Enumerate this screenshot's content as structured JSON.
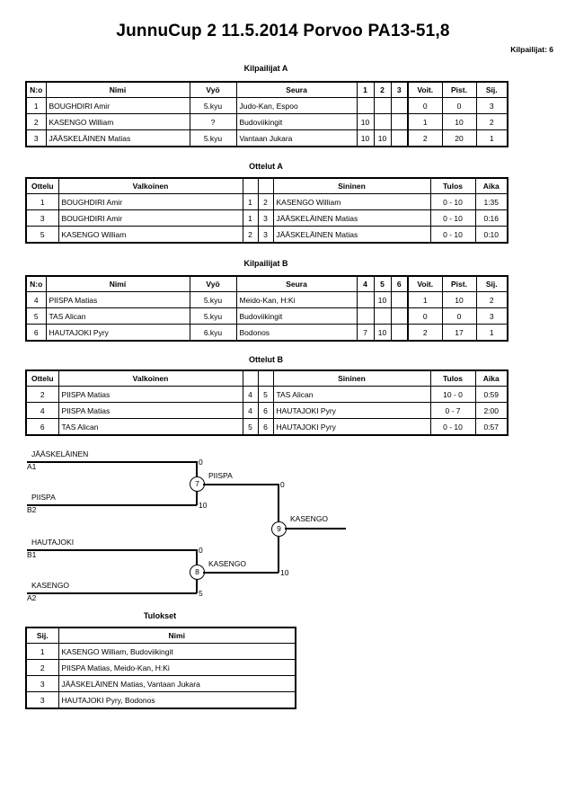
{
  "header": {
    "title": "JunnuCup 2  11.5.2014  Porvoo   PA13-51,8",
    "competitor_count": "Kilpailijat: 6"
  },
  "pool_a": {
    "caption": "Kilpailijat A",
    "columns": [
      "N:o",
      "Nimi",
      "Vyö",
      "Seura",
      "1",
      "2",
      "3",
      "Voit.",
      "Pist.",
      "Sij."
    ],
    "rows": [
      {
        "no": "1",
        "name": "BOUGHDIRI Amir",
        "belt": "5.kyu",
        "club": "Judo-Kan, Espoo",
        "s1": "",
        "s2": "",
        "s3": "",
        "wins": "0",
        "points": "0",
        "rank": "3"
      },
      {
        "no": "2",
        "name": "KASENGO William",
        "belt": "?",
        "club": "Budoviikingit",
        "s1": "10",
        "s2": "",
        "s3": "",
        "wins": "1",
        "points": "10",
        "rank": "2"
      },
      {
        "no": "3",
        "name": "JÄÄSKELÄINEN Matias",
        "belt": "5.kyu",
        "club": "Vantaan Jukara",
        "s1": "10",
        "s2": "10",
        "s3": "",
        "wins": "2",
        "points": "20",
        "rank": "1"
      }
    ]
  },
  "matches_a": {
    "caption": "Ottelut A",
    "columns": [
      "Ottelu",
      "Valkoinen",
      "",
      "",
      "Sininen",
      "Tulos",
      "Aika"
    ],
    "rows": [
      {
        "match": "1",
        "white": "BOUGHDIRI Amir",
        "white_no": "1",
        "blue_no": "2",
        "blue": "KASENGO William",
        "result": "0 - 10",
        "time": "1:35"
      },
      {
        "match": "3",
        "white": "BOUGHDIRI Amir",
        "white_no": "1",
        "blue_no": "3",
        "blue": "JÄÄSKELÄINEN Matias",
        "result": "0 - 10",
        "time": "0:16"
      },
      {
        "match": "5",
        "white": "KASENGO William",
        "white_no": "2",
        "blue_no": "3",
        "blue": "JÄÄSKELÄINEN Matias",
        "result": "0 - 10",
        "time": "0:10"
      }
    ]
  },
  "pool_b": {
    "caption": "Kilpailijat B",
    "columns": [
      "N:o",
      "Nimi",
      "Vyö",
      "Seura",
      "4",
      "5",
      "6",
      "Voit.",
      "Pist.",
      "Sij."
    ],
    "rows": [
      {
        "no": "4",
        "name": "PIISPA Matias",
        "belt": "5.kyu",
        "club": "Meido-Kan, H:Ki",
        "s1": "",
        "s2": "10",
        "s3": "",
        "wins": "1",
        "points": "10",
        "rank": "2"
      },
      {
        "no": "5",
        "name": "TAS Alican",
        "belt": "5.kyu",
        "club": "Budoviikingit",
        "s1": "",
        "s2": "",
        "s3": "",
        "wins": "0",
        "points": "0",
        "rank": "3"
      },
      {
        "no": "6",
        "name": "HAUTAJOKI Pyry",
        "belt": "6.kyu",
        "club": "Bodonos",
        "s1": "7",
        "s2": "10",
        "s3": "",
        "wins": "2",
        "points": "17",
        "rank": "1"
      }
    ]
  },
  "matches_b": {
    "caption": "Ottelut B",
    "columns": [
      "Ottelu",
      "Valkoinen",
      "",
      "",
      "Sininen",
      "Tulos",
      "Aika"
    ],
    "rows": [
      {
        "match": "2",
        "white": "PIISPA Matias",
        "white_no": "4",
        "blue_no": "5",
        "blue": "TAS Alican",
        "result": "10 - 0",
        "time": "0:59"
      },
      {
        "match": "4",
        "white": "PIISPA Matias",
        "white_no": "4",
        "blue_no": "6",
        "blue": "HAUTAJOKI Pyry",
        "result": "0 - 7",
        "time": "2:00"
      },
      {
        "match": "6",
        "white": "TAS Alican",
        "white_no": "5",
        "blue_no": "6",
        "blue": "HAUTAJOKI Pyry",
        "result": "0 - 10",
        "time": "0:57"
      }
    ]
  },
  "bracket": {
    "semifinal_1": {
      "number": "7",
      "top": {
        "name": "JÄÄSKELÄINEN",
        "seed": "A1",
        "score": "0"
      },
      "bottom": {
        "name": "PIISPA",
        "seed": "B2",
        "score": "10"
      },
      "winner": "PIISPA"
    },
    "semifinal_2": {
      "number": "8",
      "top": {
        "name": "HAUTAJOKI",
        "seed": "B1",
        "score": "0"
      },
      "bottom": {
        "name": "KASENGO",
        "seed": "A2",
        "score": "5"
      },
      "winner": "KASENGO"
    },
    "final": {
      "number": "9",
      "top_score": "0",
      "bottom_score": "10",
      "winner": "KASENGO"
    }
  },
  "results": {
    "caption": "Tulokset",
    "columns": [
      "Sij.",
      "Nimi"
    ],
    "rows": [
      {
        "rank": "1",
        "name": "KASENGO William, Budoviikingit"
      },
      {
        "rank": "2",
        "name": "PIISPA Matias, Meido-Kan, H:Ki"
      },
      {
        "rank": "3",
        "name": "JÄÄSKELÄINEN Matias, Vantaan Jukara"
      },
      {
        "rank": "3",
        "name": "HAUTAJOKI Pyry, Bodonos"
      }
    ]
  }
}
